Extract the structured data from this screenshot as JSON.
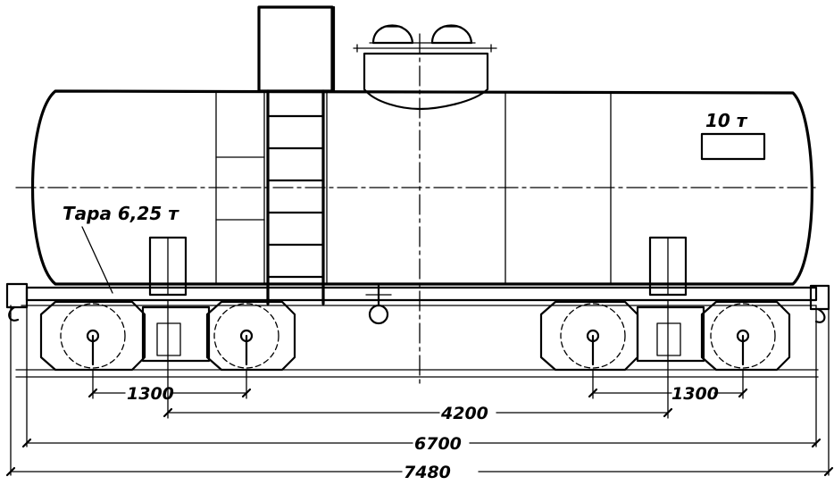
{
  "labels": {
    "capacity": "10 т",
    "tare": "Тара 6,25 т"
  },
  "dimensions": {
    "bogie_wheelbase_left": "1300",
    "bogie_wheelbase_right": "1300",
    "bogie_centers": "4200",
    "frame_length": "6700",
    "overall_length": "7480"
  }
}
